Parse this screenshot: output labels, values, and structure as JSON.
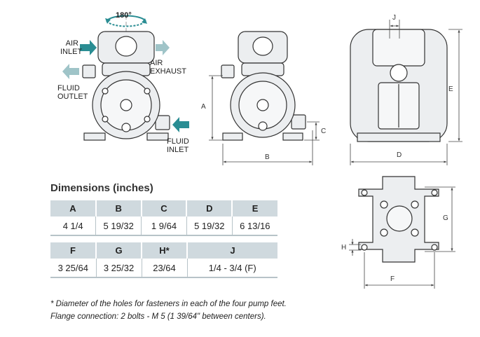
{
  "callouts": {
    "rotation": "180°",
    "air_inlet": [
      "AIR",
      "INLET"
    ],
    "air_exhaust": [
      "AIR",
      "EXHAUST"
    ],
    "fluid_outlet": [
      "FLUID",
      "OUTLET"
    ],
    "fluid_inlet": [
      "FLUID",
      "INLET"
    ]
  },
  "dimension_letters": {
    "a": "A",
    "b": "B",
    "c": "C",
    "d": "D",
    "e": "E",
    "f": "F",
    "g": "G",
    "h": "H",
    "j": "J"
  },
  "table_title": "Dimensions (inches)",
  "table1": {
    "headers": [
      "A",
      "B",
      "C",
      "D",
      "E"
    ],
    "values": [
      "4 1/4",
      "5 19/32",
      "1 9/64",
      "5 19/32",
      "6 13/16"
    ]
  },
  "table2": {
    "headers": [
      "F",
      "G",
      "H*",
      "J"
    ],
    "values": [
      "3 25/64",
      "3 25/32",
      "23/64",
      "1/4 - 3/4 (F)"
    ]
  },
  "footnotes": [
    "* Diameter of the holes for fasteners in each of the four pump feet.",
    "Flange connection: 2 bolts - M 5 (1 39/64\" between centers)."
  ],
  "colors": {
    "arrow": "#2a8d93",
    "header_bg": "#cfd9de",
    "line": "#444444"
  }
}
